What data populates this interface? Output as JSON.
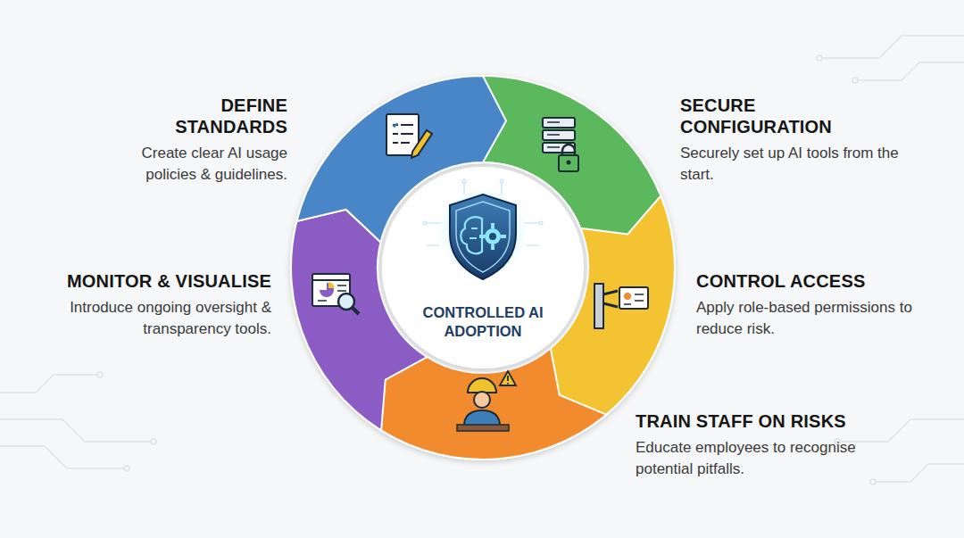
{
  "diagram": {
    "nodes": [
      {
        "text": [
          "CONTROLLED AI ADOPTION"
        ]
      },
      {
        "text": [
          "DEFINE STANDARDS",
          "Create clear AI usage policies & guidelines."
        ]
      },
      {
        "text": [
          "SECURE CONFIGURATION",
          "Securely set up AI tools from the start."
        ]
      },
      {
        "text": [
          "MONITOR & VISUALISE",
          "Introduce ongoing oversight & transparency tools."
        ]
      },
      {
        "text": [
          "CONTROL ACCESS",
          "Apply role-based permissions to reduce risk."
        ]
      },
      {
        "text": [
          "TRAIN STAFF ON RISKS",
          "Educate employees to recognise potential pitfalls."
        ]
      }
    ]
  }
}
